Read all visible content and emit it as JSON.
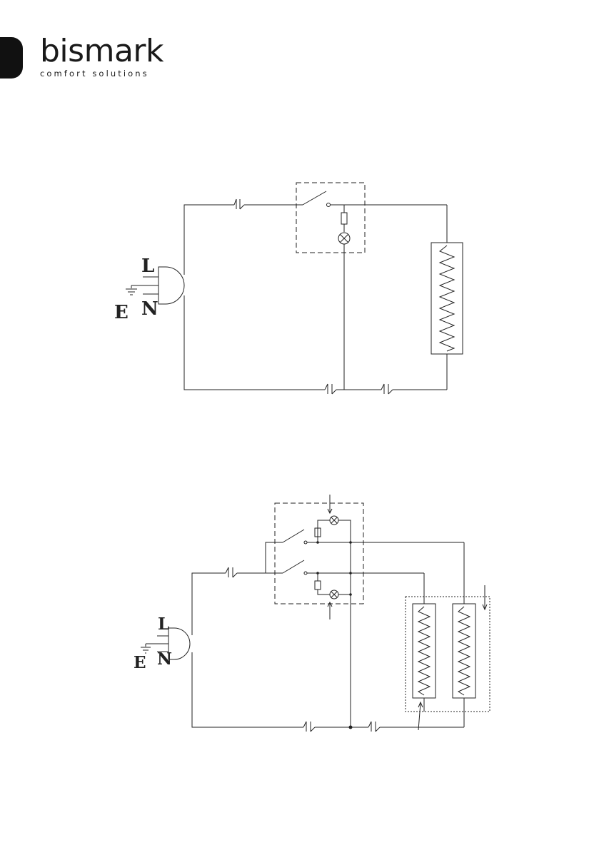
{
  "brand": {
    "name": "bismark",
    "tagline": "comfort solutions",
    "tab_color": "#111111"
  },
  "diagram1": {
    "L": "L",
    "N": "N",
    "E": "E"
  },
  "diagram2": {
    "L": "L",
    "N": "N",
    "E": "E"
  }
}
